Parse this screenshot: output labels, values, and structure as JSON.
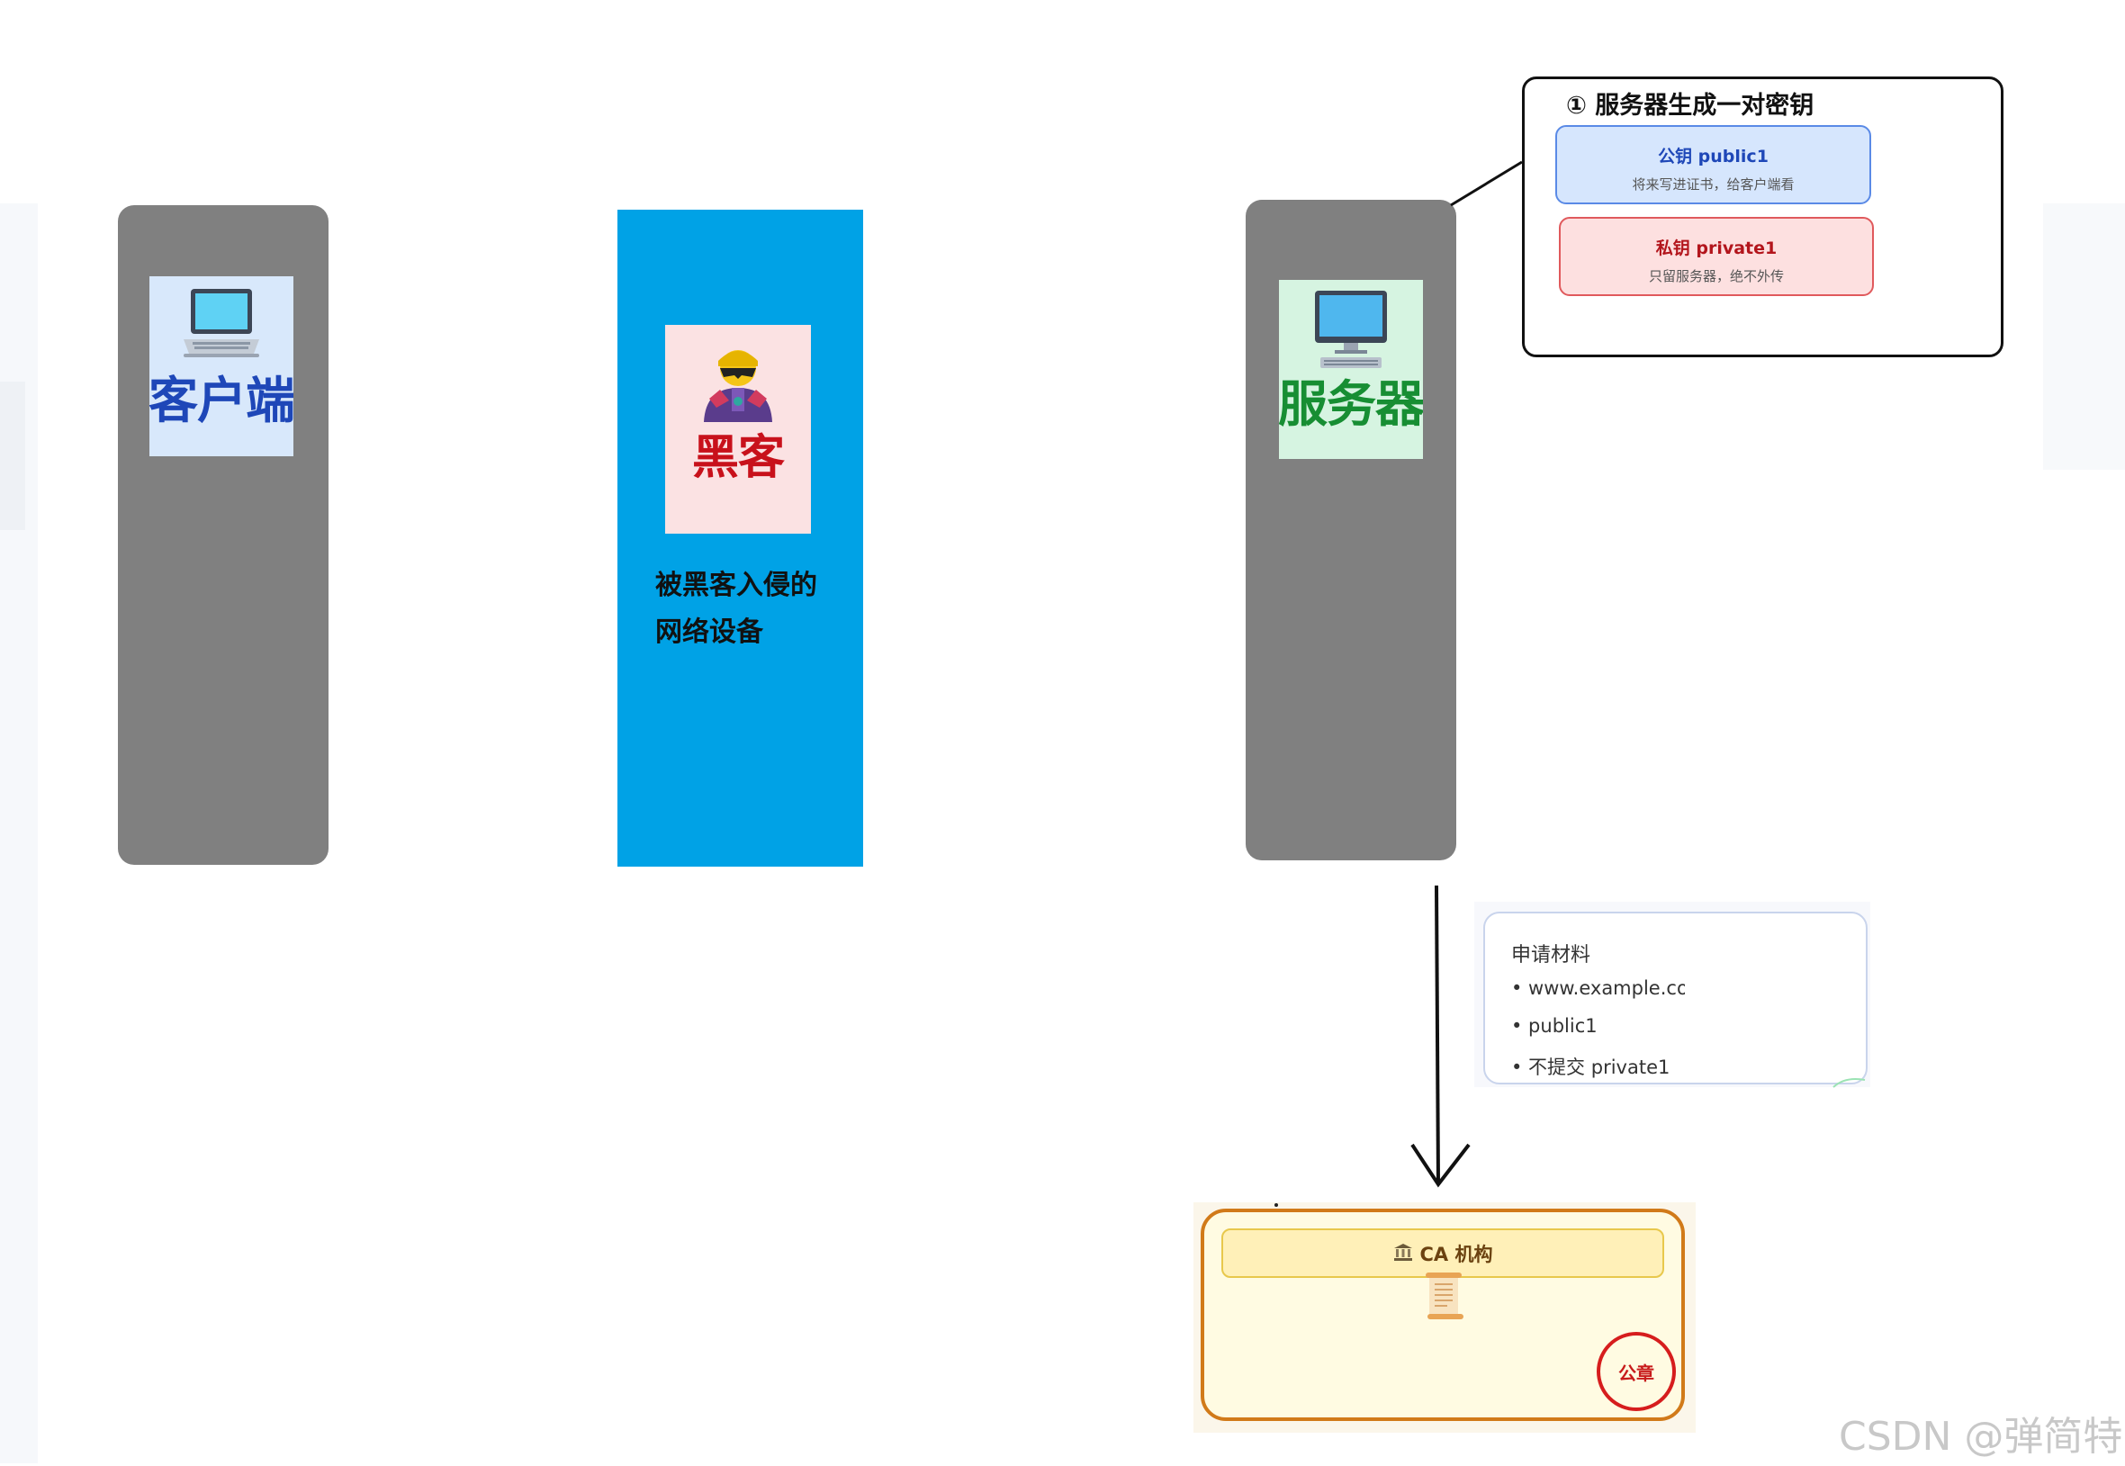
{
  "nodes": {
    "client": {
      "label": "客户端",
      "icon": "laptop-icon"
    },
    "hacker": {
      "label": "黑客",
      "icon": "hacker-icon",
      "description_line1": "被黑客入侵的",
      "description_line2": "网络设备"
    },
    "server": {
      "label": "服务器",
      "icon": "desktop-computer-icon"
    }
  },
  "key_generation": {
    "title": "① 服务器生成一对密钥",
    "public_key": {
      "title": "公钥 public1",
      "subtitle": "将来写进证书，给客户端看"
    },
    "private_key": {
      "title": "私钥 private1",
      "subtitle": "只留服务器，绝不外传"
    }
  },
  "application": {
    "title": "申请材料",
    "items": [
      "• www.example.com",
      "• public1",
      "• 不提交 private1"
    ]
  },
  "ca": {
    "title": "CA 机构",
    "icon": "bank-icon",
    "document_icon": "scroll-icon",
    "seal": "公章"
  },
  "watermark": "CSDN @弹简特",
  "colors": {
    "pillar": "#808080",
    "hacker_pillar": "#00a2e6",
    "client_label": "#1e47b8",
    "server_label": "#178e33",
    "hacker_label": "#c8111b",
    "ca_border": "#d17a19",
    "seal": "#d61d1d"
  }
}
